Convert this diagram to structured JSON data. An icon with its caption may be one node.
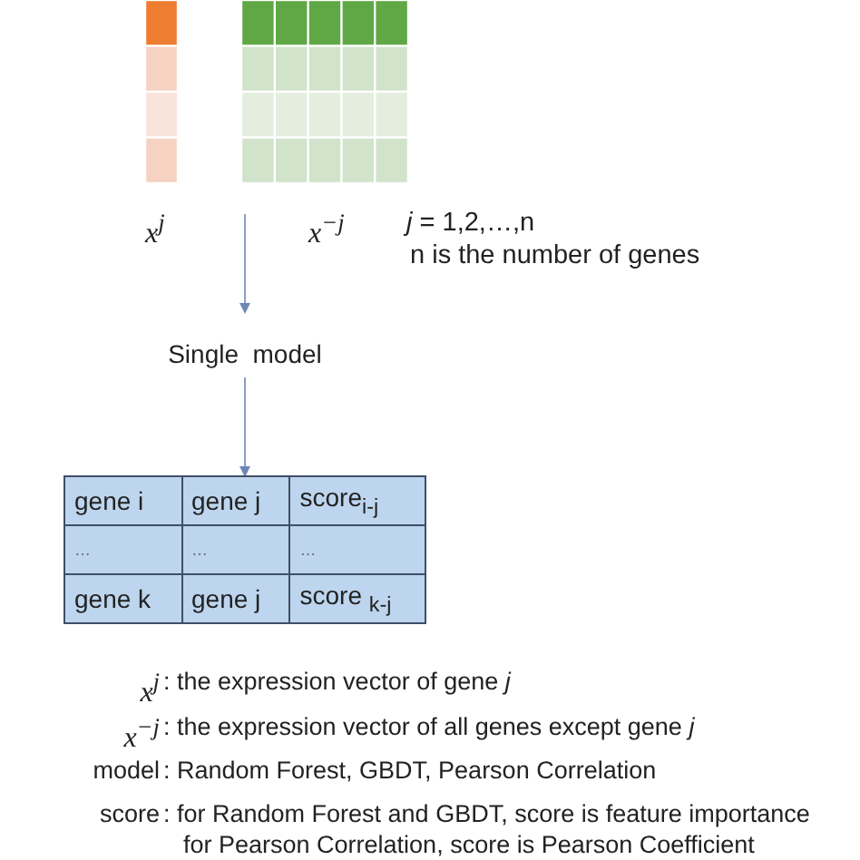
{
  "diagram": {
    "nodes": [
      {
        "text": [],
        "shape": "bar"
      },
      {
        "text": [],
        "shape": "box"
      },
      {
        "text": [
          "Single  model"
        ]
      },
      {
        "text": [
          "gene i",
          "gene j",
          "score$_{i-j}$",
          "…",
          "…",
          "…",
          "gene k",
          "gene j",
          "score $_{k-j}$"
        ]
      }
    ],
    "edges": [
      {
        "from": 1,
        "to": 2,
        "arrow": "to"
      },
      {
        "from": 2,
        "to": 3,
        "arrow": "to"
      }
    ],
    "labels": [
      "x$^{j}$",
      "x$^{−j}$",
      "*j* = 1,2,…,n",
      "n is the number of genes",
      "x$^{j}$",
      ": the expression vector of gene *j*",
      "x$^{−j}$",
      ": the expression vector of all genes except gene *j*",
      "model",
      ": Random Forest, GBDT, Pearson Correlation",
      "score",
      ": for Random Forest and GBDT, score is feature importance",
      "for Pearson Correlation, score is Pearson Coefficient"
    ]
  }
}
